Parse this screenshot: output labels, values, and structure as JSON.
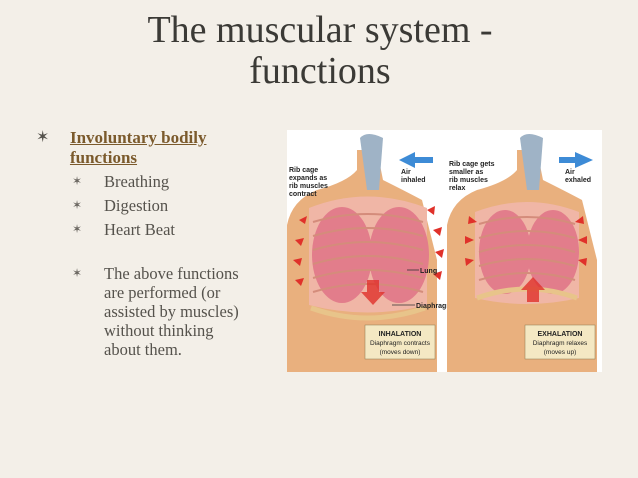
{
  "slide": {
    "title_line1": "The muscular system -",
    "title_line2": "functions"
  },
  "bullets": {
    "main": "Involuntary bodily functions",
    "sub": [
      "Breathing",
      "Digestion",
      "Heart Beat"
    ],
    "note": "The above functions are performed (or assisted by muscles) without thinking about them."
  },
  "figure": {
    "left": {
      "rib_label": "Rib cage expands as rib muscles contract",
      "air_label": "Air inhaled",
      "lung_label": "Lung",
      "diaphragm_label": "Diaphragm",
      "box_title": "INHALATION",
      "box_line1": "Diaphragm contracts",
      "box_line2": "(moves down)"
    },
    "right": {
      "rib_label": "Rib cage gets smaller as rib muscles relax",
      "air_label": "Air exhaled",
      "box_title": "EXHALATION",
      "box_line1": "Diaphragm relaxes",
      "box_line2": "(moves up)"
    },
    "colors": {
      "skin": "#e9b07e",
      "lung": "#e27d8b",
      "rib": "#f0b6a6",
      "arrow_red": "#e0312a",
      "arrow_blue": "#3d8bd6",
      "label_box": "#f4e8c3"
    }
  }
}
